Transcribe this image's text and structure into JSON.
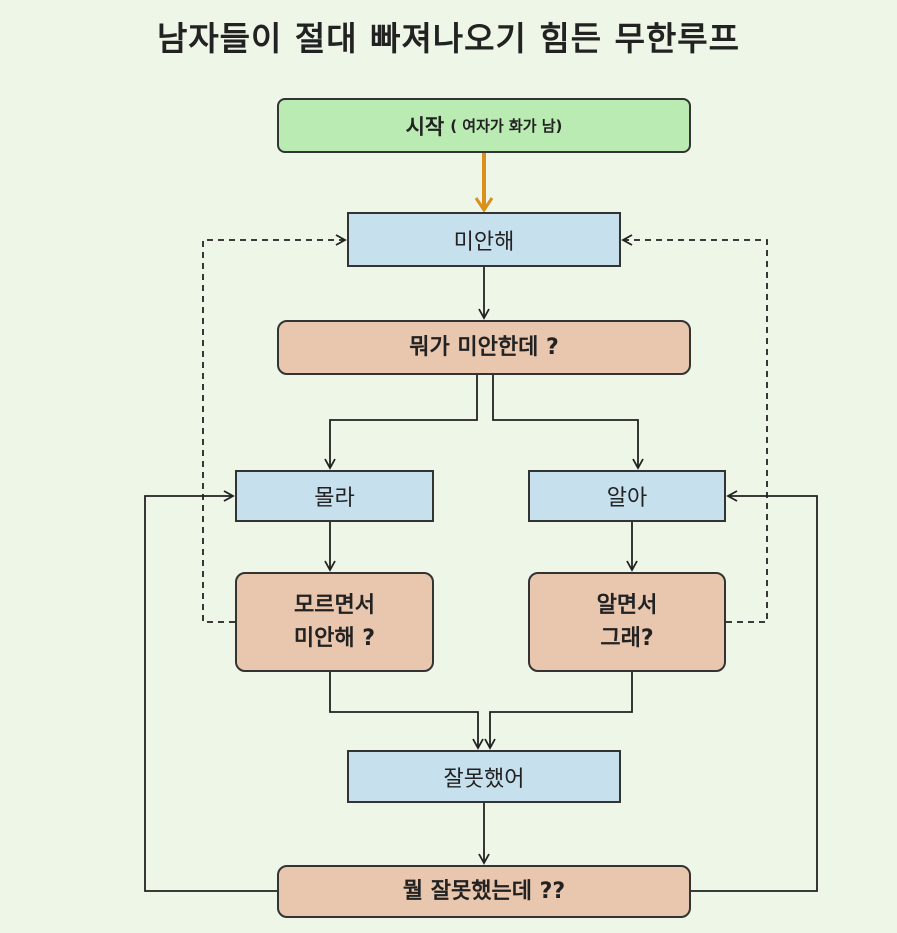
{
  "title": "남자들이 절대 빠져나오기 힘든 무한루프",
  "nodes": {
    "start": {
      "label": "시작",
      "note": "( 여자가 화가 남)"
    },
    "sorry": {
      "label": "미안해"
    },
    "what_sorry": {
      "label": "뭐가 미안한데 ?"
    },
    "dont_know": {
      "label": "몰라"
    },
    "know": {
      "label": "알아"
    },
    "dont_know_sorry": {
      "line1": "모르면서",
      "line2": "미안해 ?"
    },
    "know_why": {
      "line1": "알면서",
      "line2": "그래?"
    },
    "my_fault": {
      "label": "잘못했어"
    },
    "what_fault": {
      "label": "뭘 잘못했는데 ??"
    }
  },
  "colors": {
    "background": "#eef7e7",
    "start": "#b9ebb2",
    "statement": "#c6e0ee",
    "question": "#e9c6ae",
    "start_arrow": "#d9901c"
  }
}
